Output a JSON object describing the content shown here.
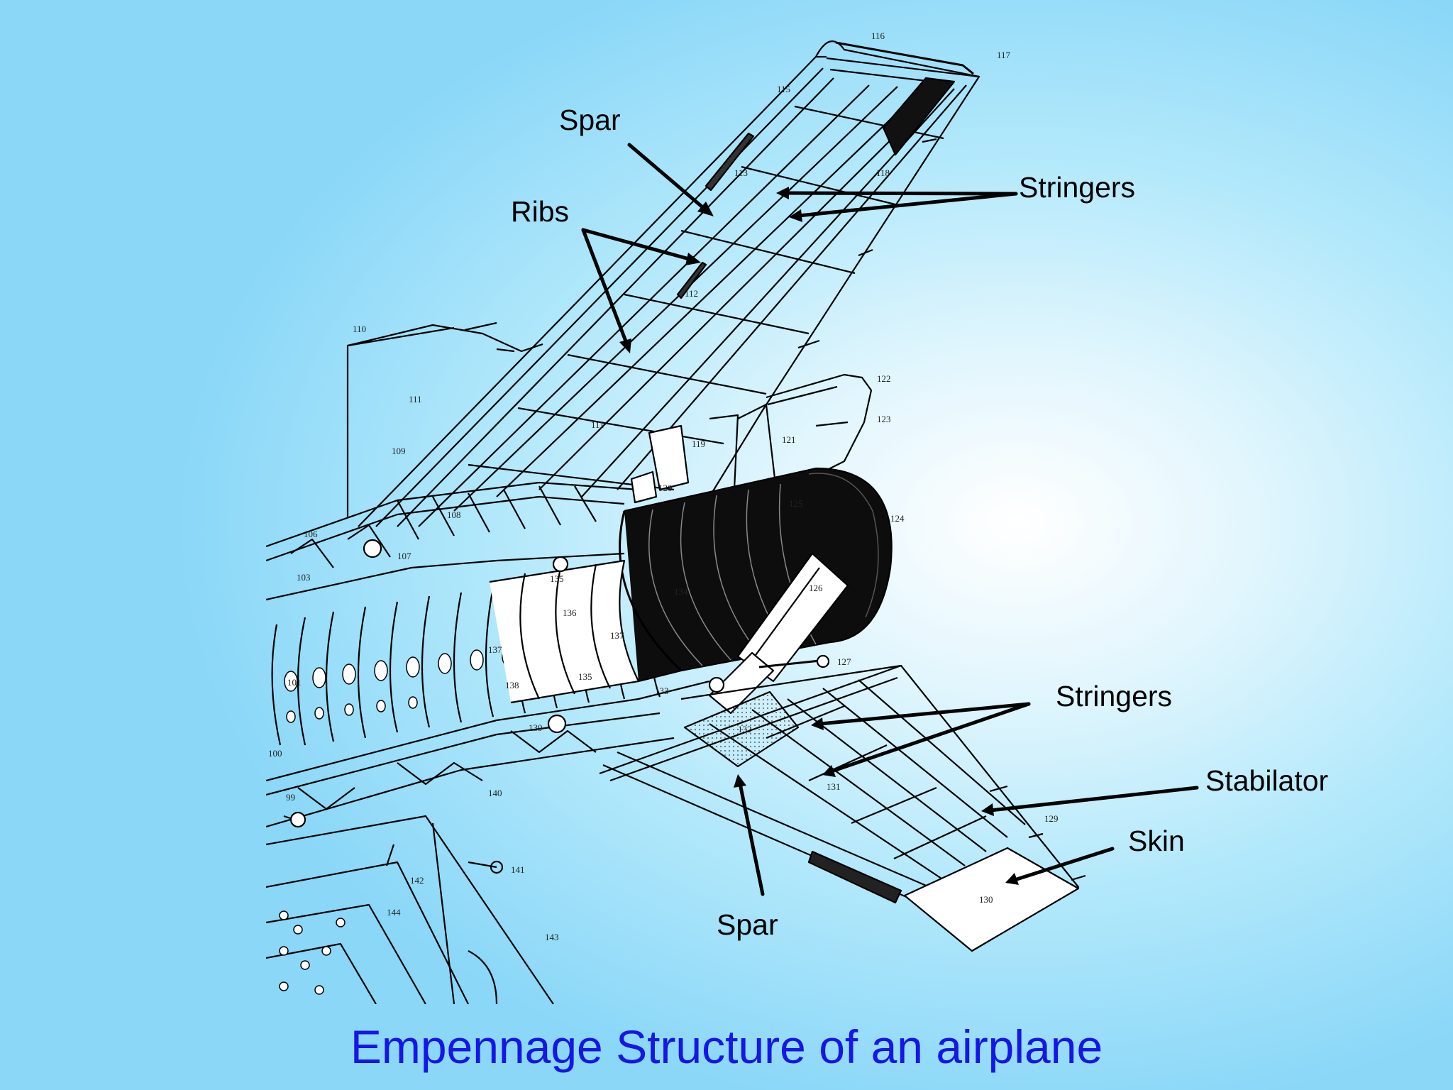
{
  "title": "Empennage Structure of an airplane",
  "callouts": {
    "spar_top": "Spar",
    "ribs": "Ribs",
    "stringers_top": "Stringers",
    "stringers_bottom": "Stringers",
    "stabilator": "Stabilator",
    "skin": "Skin",
    "spar_bottom": "Spar"
  },
  "part_numbers": {
    "n99": "99",
    "n100": "100",
    "n101": "101",
    "n103": "103",
    "n106": "106",
    "n107": "107",
    "n108": "108",
    "n109": "109",
    "n110": "110",
    "n111": "111",
    "n111b": "111",
    "n112": "112",
    "n113": "113",
    "n115": "115",
    "n116": "116",
    "n117": "117",
    "n118": "118",
    "n119": "119",
    "n120": "120",
    "n121": "121",
    "n122": "122",
    "n123": "123",
    "n124": "124",
    "n125": "125",
    "n126": "126",
    "n127": "127",
    "n129": "129",
    "n130": "130",
    "n131": "131",
    "n132": "132",
    "n133": "133",
    "n134": "134",
    "n135": "135",
    "n135b": "135",
    "n136": "136",
    "n137": "137",
    "n137b": "137",
    "n138": "138",
    "n139": "139",
    "n140": "140",
    "n141": "141",
    "n142": "142",
    "n143": "143",
    "n144": "144"
  },
  "colors": {
    "title": "#1616e6",
    "label_text": "#000000",
    "background_edge": "#8ad7f8",
    "background_center": "#ffffff"
  }
}
